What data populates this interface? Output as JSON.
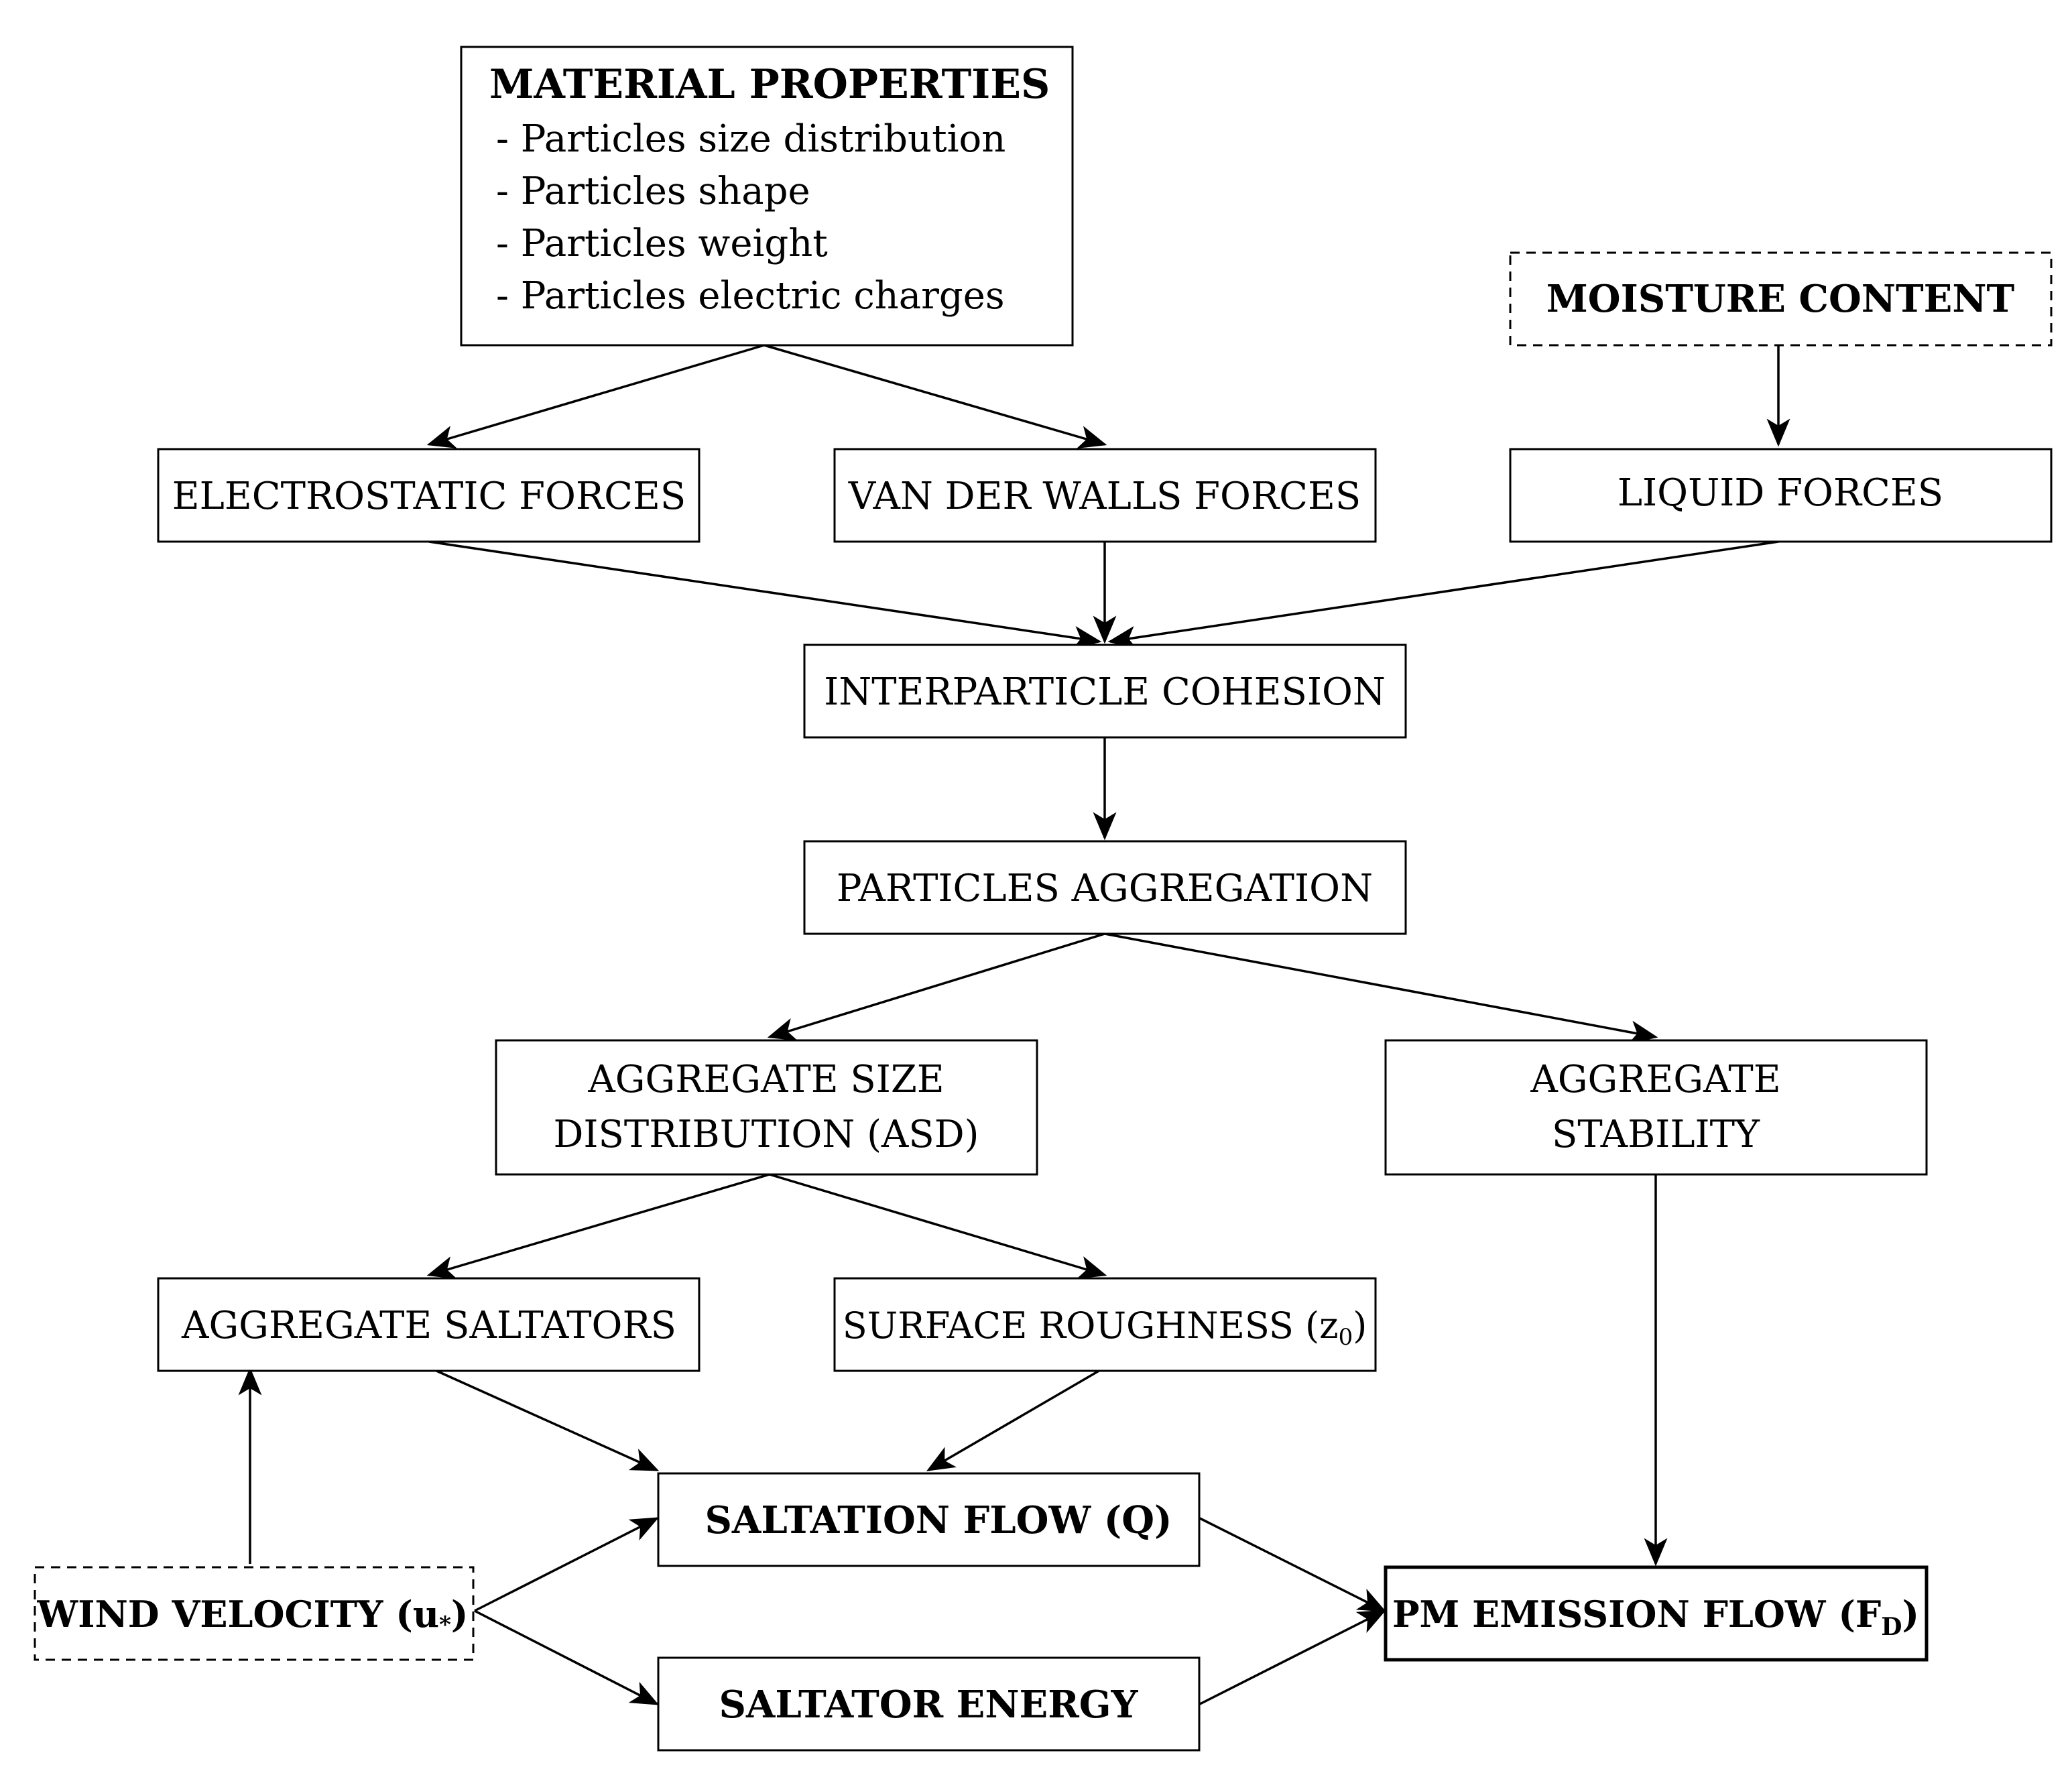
{
  "nodes": {
    "material": {
      "title": "MATERIAL PROPERTIES",
      "items": [
        "- Particles size distribution",
        "- Particles shape",
        "- Particles weight",
        "- Particles electric charges"
      ]
    },
    "moisture": {
      "label": "MOISTURE CONTENT"
    },
    "electrostatic": {
      "label": "ELECTROSTATIC FORCES"
    },
    "vanderwalls": {
      "label": "VAN DER WALLS FORCES"
    },
    "liquid": {
      "label": "LIQUID FORCES"
    },
    "cohesion": {
      "label": "INTERPARTICLE COHESION"
    },
    "aggregation": {
      "label": "PARTICLES AGGREGATION"
    },
    "asd": {
      "line1": "AGGREGATE SIZE",
      "line2": "DISTRIBUTION (ASD)"
    },
    "stability": {
      "line1": "AGGREGATE",
      "line2": "STABILITY"
    },
    "saltators": {
      "label": "AGGREGATE SALTATORS"
    },
    "roughness": {
      "label": "SURFACE ROUGHNESS (z",
      "sub": "0",
      "close": ")"
    },
    "saltation": {
      "label": "SALTATION FLOW (Q)"
    },
    "wind": {
      "label": "WIND VELOCITY (u",
      "sub": "*",
      "close": ")"
    },
    "energy": {
      "label": "SALTATOR ENERGY"
    },
    "pm": {
      "label": "PM EMISSION FLOW (F",
      "sub": "D",
      "close": ")"
    }
  }
}
